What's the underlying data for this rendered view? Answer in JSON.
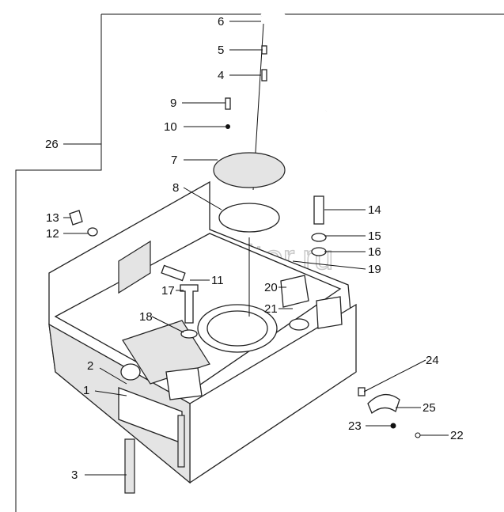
{
  "diagram": {
    "title": "Fuel tank assembly exploded view",
    "watermark": "autopiter.ru",
    "callouts": [
      "1",
      "2",
      "3",
      "4",
      "5",
      "6",
      "7",
      "8",
      "9",
      "10",
      "11",
      "12",
      "13",
      "14",
      "15",
      "16",
      "17",
      "18",
      "19",
      "20",
      "21",
      "22",
      "23",
      "24",
      "25",
      "26"
    ]
  }
}
